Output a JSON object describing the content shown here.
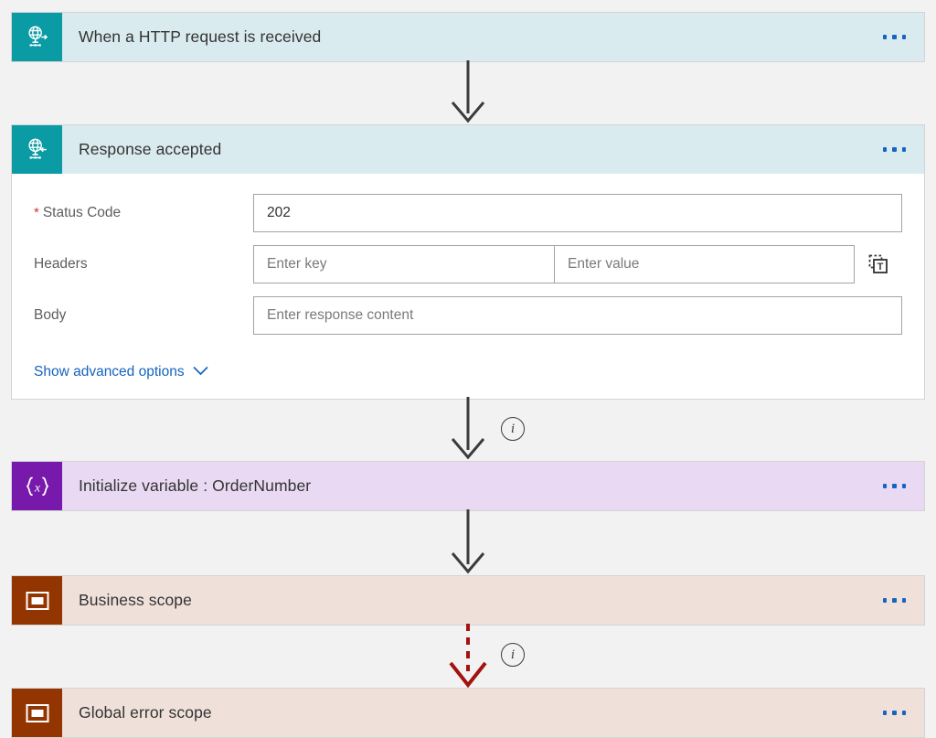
{
  "flow": {
    "background_color": "#f2f2f2",
    "cards": [
      {
        "id": "trigger-http",
        "title": "When a HTTP request is received",
        "icon": "http-request-globe-icon",
        "color": "#0a9ba4",
        "band_color": "#daebef",
        "menu_label": "More commands"
      },
      {
        "id": "response-accepted",
        "title": "Response accepted",
        "icon": "http-response-globe-icon",
        "color": "#0a9ba4",
        "band_color": "#daebef",
        "menu_label": "More commands",
        "fields": {
          "status_code": {
            "label": "Status Code",
            "required": true,
            "value": "202"
          },
          "headers": {
            "label": "Headers",
            "key_placeholder": "Enter key",
            "value_placeholder": "Enter value",
            "switch_icon": "switch-to-text-mode-icon"
          },
          "body": {
            "label": "Body",
            "placeholder": "Enter response content"
          },
          "advanced_link": "Show advanced options"
        }
      },
      {
        "id": "initialize-variable",
        "title": "Initialize variable : OrderNumber",
        "icon": "variable-braces-icon",
        "color": "#7719aa",
        "band_color": "#e9d9f2",
        "menu_label": "More commands"
      },
      {
        "id": "business-scope",
        "title": "Business scope",
        "icon": "scope-rectangle-icon",
        "color": "#933500",
        "band_color": "#efe1da",
        "menu_label": "More commands"
      },
      {
        "id": "global-error-scope",
        "title": "Global error scope",
        "icon": "scope-rectangle-icon",
        "color": "#933500",
        "band_color": "#efe1da",
        "menu_label": "More commands"
      }
    ],
    "connectors": [
      {
        "id": "c1",
        "style": "solid",
        "color": "#3b3b3b",
        "info": false
      },
      {
        "id": "c2",
        "style": "solid",
        "color": "#3b3b3b",
        "info": true,
        "info_label": "i"
      },
      {
        "id": "c3",
        "style": "solid",
        "color": "#3b3b3b",
        "info": false
      },
      {
        "id": "c4",
        "style": "dashed",
        "color": "#a4120f",
        "info": true,
        "info_label": "i"
      }
    ]
  }
}
